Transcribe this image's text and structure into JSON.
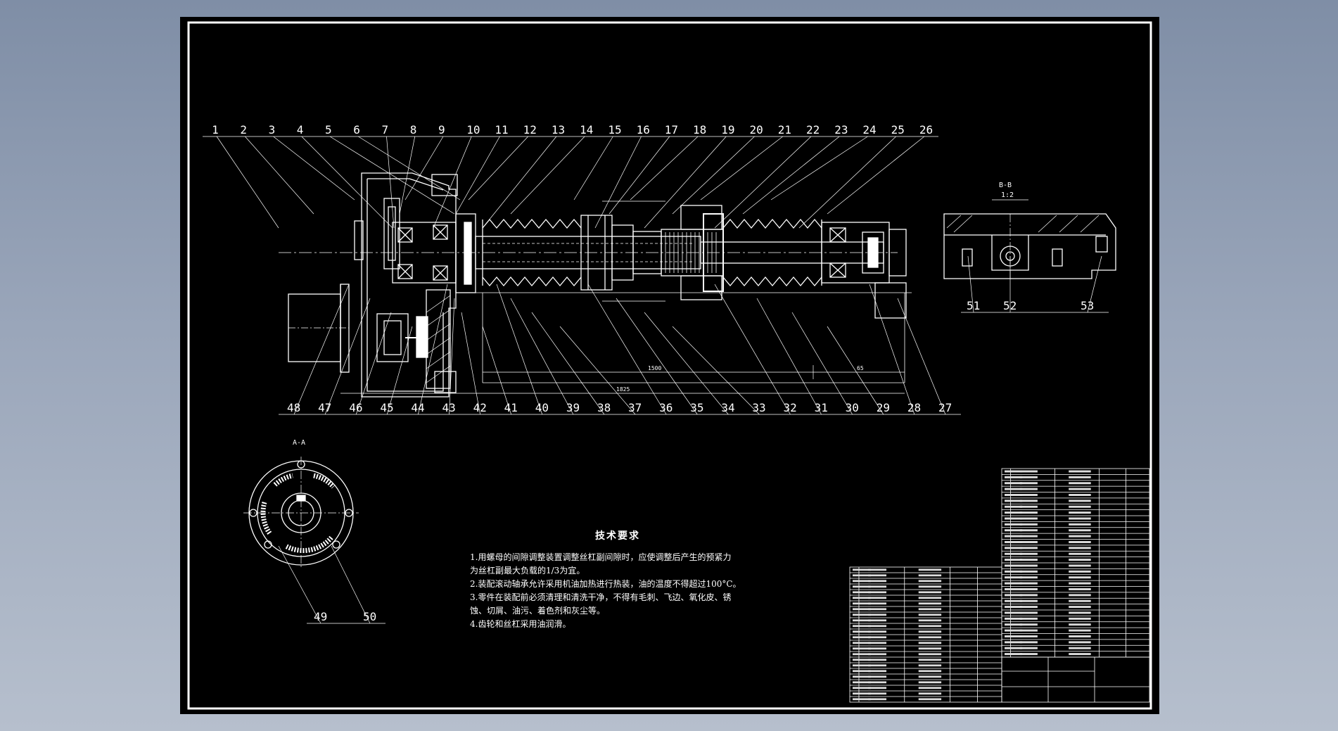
{
  "assembly_balloons": [
    "1",
    "2",
    "3",
    "4",
    "5",
    "6",
    "7",
    "8",
    "9",
    "10",
    "11",
    "12",
    "13",
    "14",
    "15",
    "16",
    "17",
    "18",
    "19",
    "20",
    "21",
    "22",
    "23",
    "24",
    "25",
    "26"
  ],
  "lower_balloons": [
    "48",
    "47",
    "46",
    "45",
    "44",
    "43",
    "42",
    "41",
    "40",
    "39",
    "38",
    "37",
    "36",
    "35",
    "34",
    "33",
    "32",
    "31",
    "30",
    "29",
    "28",
    "27"
  ],
  "section_b": {
    "label": "B-B",
    "scale": "1:2",
    "balloons": [
      "51",
      "52",
      "53"
    ]
  },
  "section_a": {
    "label": "A-A",
    "balloons": [
      "49",
      "50"
    ]
  },
  "dimensions": [
    "1500",
    "1825",
    "65"
  ],
  "tech_requirements": {
    "title": "技术要求",
    "lines": [
      "1.用螺母的间隙调整装置调整丝杠副间隙时，应使调整后产生的预紧力",
      "为丝杠副最大负载的1/3为宜。",
      "2.装配滚动轴承允许采用机油加热进行热装，油的温度不得超过100°C。",
      "3.零件在装配前必须清理和清洗干净，不得有毛刺、飞边、氧化皮、锈",
      "蚀、切屑、油污、着色剂和灰尘等。",
      "4.齿轮和丝杠采用油润滑。"
    ]
  },
  "colors": {
    "sheet": "#000000",
    "line": "#ffffff"
  }
}
